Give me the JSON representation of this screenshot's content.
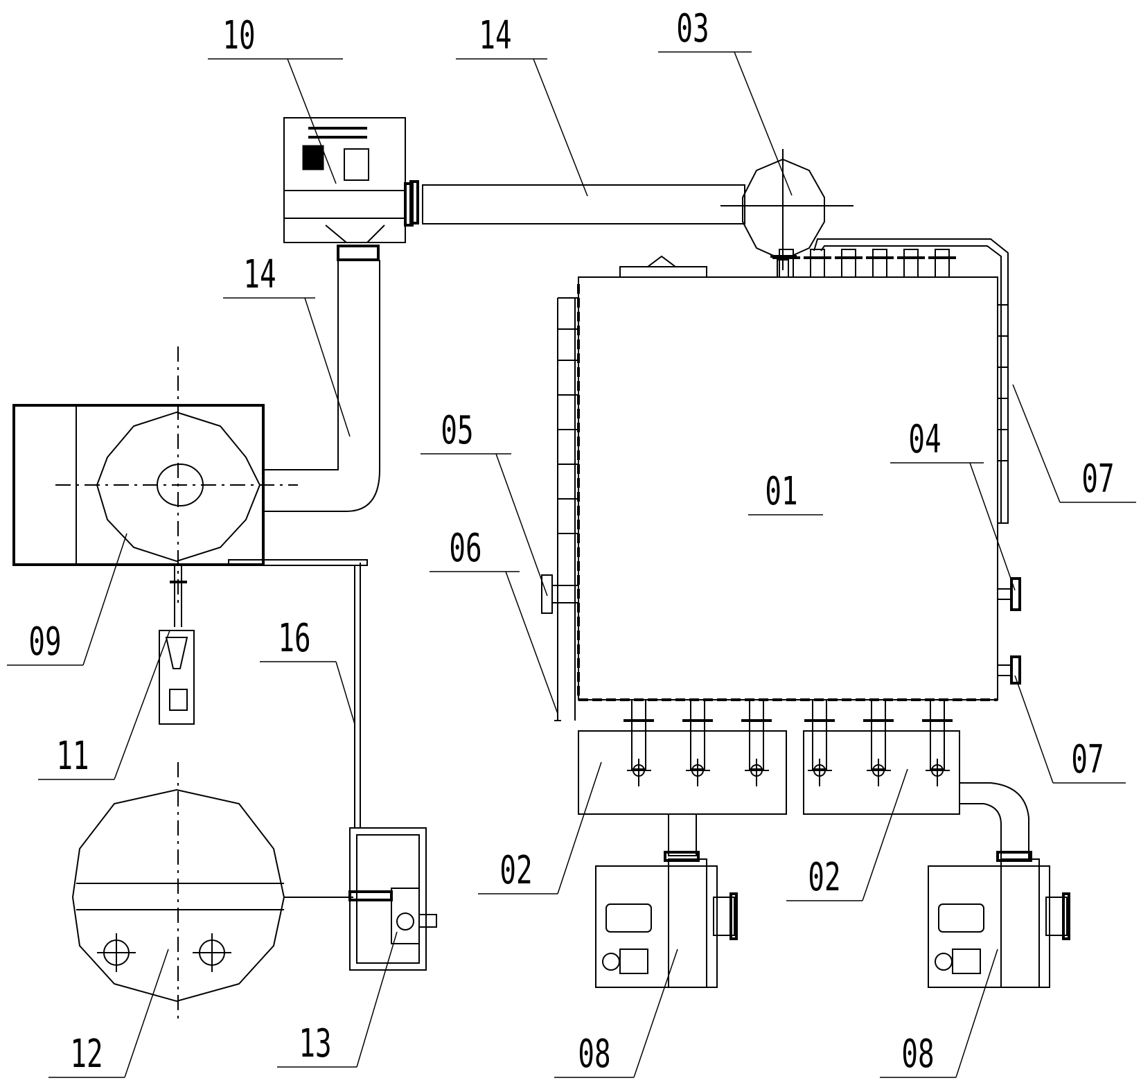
{
  "labels": {
    "l01": "01",
    "l02a": "02",
    "l02b": "02",
    "l03": "03",
    "l04": "04",
    "l05": "05",
    "l06": "06",
    "l07a": "07",
    "l07b": "07",
    "l08a": "08",
    "l08b": "08",
    "l09": "09",
    "l10": "10",
    "l11": "11",
    "l12": "12",
    "l13": "13",
    "l14a": "14",
    "l14b": "14",
    "l16": "16"
  }
}
